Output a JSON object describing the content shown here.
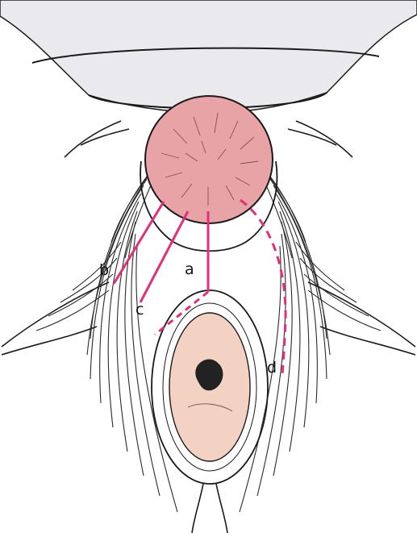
{
  "figure": {
    "labels": {
      "a": "a",
      "b": "b",
      "c": "c",
      "d": "d"
    },
    "colors": {
      "incision_line": "#e0307a",
      "head": "#e8a3a6",
      "perineum": "#f3d2c4",
      "background_band": "#e9e9ee",
      "outline": "#1a1a1a",
      "muscle_strokes": "#2a2a2a"
    }
  }
}
